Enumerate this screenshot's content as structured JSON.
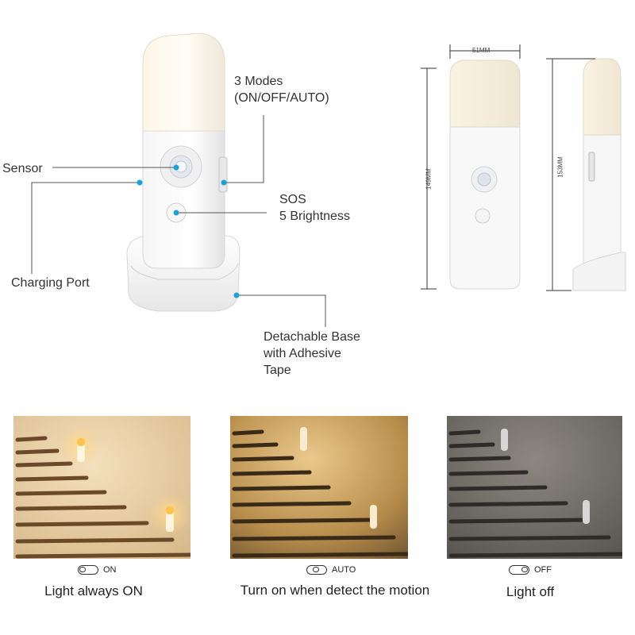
{
  "callouts": {
    "modes_line1": "3 Modes",
    "modes_line2": "(ON/OFF/AUTO)",
    "sensor": "Sensor",
    "sos": "SOS",
    "brightness": "5 Brightness",
    "charging_port": "Charging Port",
    "base_line1": "Detachable Base",
    "base_line2": "with Adhesive",
    "base_line3": "Tape"
  },
  "dimensions": {
    "width": "51MM",
    "height_front": "149MM",
    "height_side": "153MM"
  },
  "modes": [
    {
      "switch_label": "ON",
      "caption": "Light always ON"
    },
    {
      "switch_label": "AUTO",
      "caption": "Turn on when detect the motion"
    },
    {
      "switch_label": "OFF",
      "caption": "Light off"
    }
  ],
  "colors": {
    "callout_dot": "#1aa3d9",
    "warm_light": "#f3b24a",
    "photo_on_bg": "#e9cfa4",
    "photo_auto_bg": "#c9a25a",
    "photo_off_bg": "#6e6a64"
  }
}
